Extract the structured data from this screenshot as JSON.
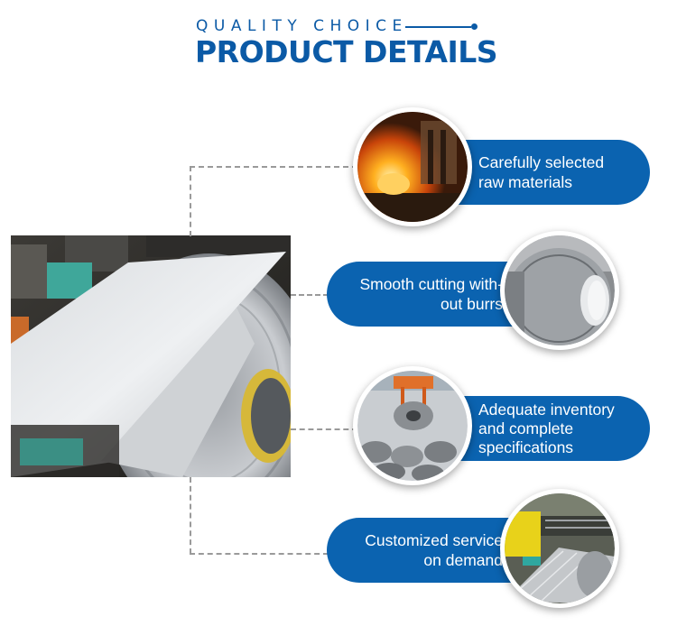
{
  "header": {
    "subtitle": "QUALITY CHOICE",
    "title": "PRODUCT DETAILS"
  },
  "features": [
    {
      "line1": "Carefully selected",
      "line2": "raw materials",
      "image": "steel-furnace-photo"
    },
    {
      "line1": "Smooth cutting with-",
      "line2": "out burrs",
      "image": "steel-coil-closeup-photo"
    },
    {
      "line1": "Adequate inventory",
      "line2": "and complete",
      "line3": "specifications",
      "image": "coil-warehouse-photo"
    },
    {
      "line1": "Customized service",
      "line2": "on demand",
      "image": "slitting-line-photo"
    }
  ],
  "colors": {
    "brand_blue": "#0b5aa6",
    "pill_blue": "#0b63b0",
    "connector": "#9a9a9a"
  }
}
